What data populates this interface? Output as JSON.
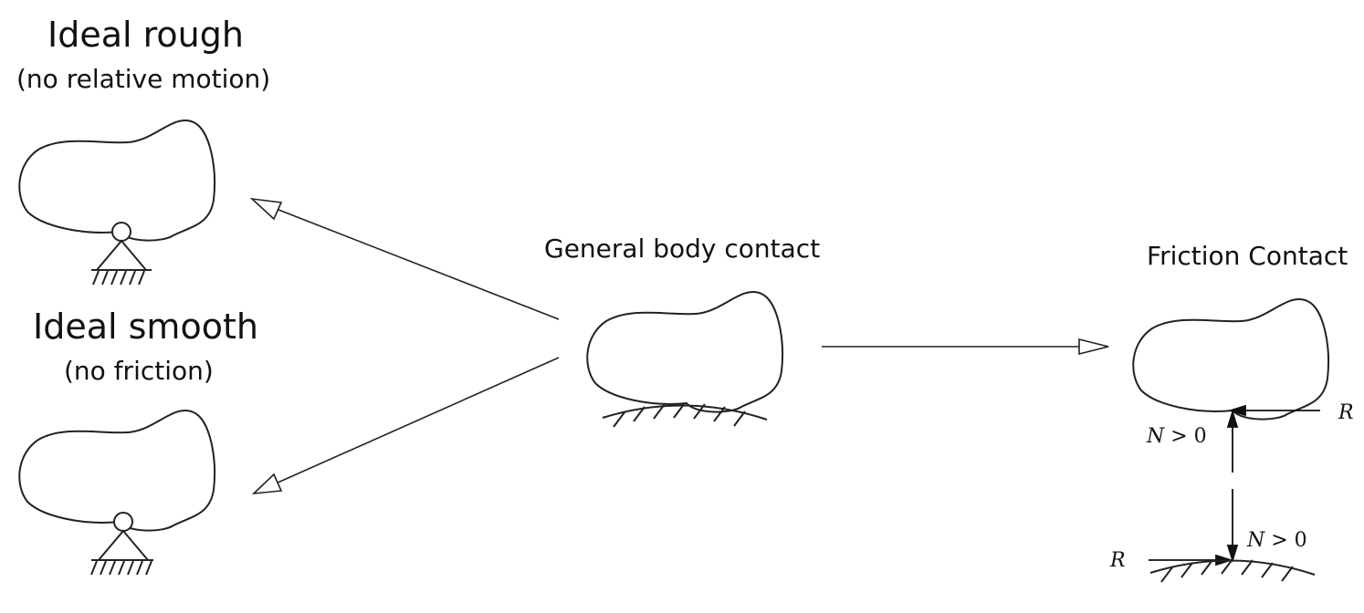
{
  "labels": {
    "ideal_rough": "Ideal rough",
    "ideal_rough_sub": "(no relative motion)",
    "ideal_smooth": "Ideal smooth",
    "ideal_smooth_sub": "(no friction)",
    "general_contact": "General body contact",
    "friction_contact": "Friction Contact"
  },
  "math": {
    "r_top": "R",
    "n_top_var": "N",
    "n_top_rel": " > ",
    "n_top_val": "0",
    "n_bottom_var": "N",
    "n_bottom_rel": " > ",
    "n_bottom_val": "0",
    "r_bottom": "R"
  }
}
